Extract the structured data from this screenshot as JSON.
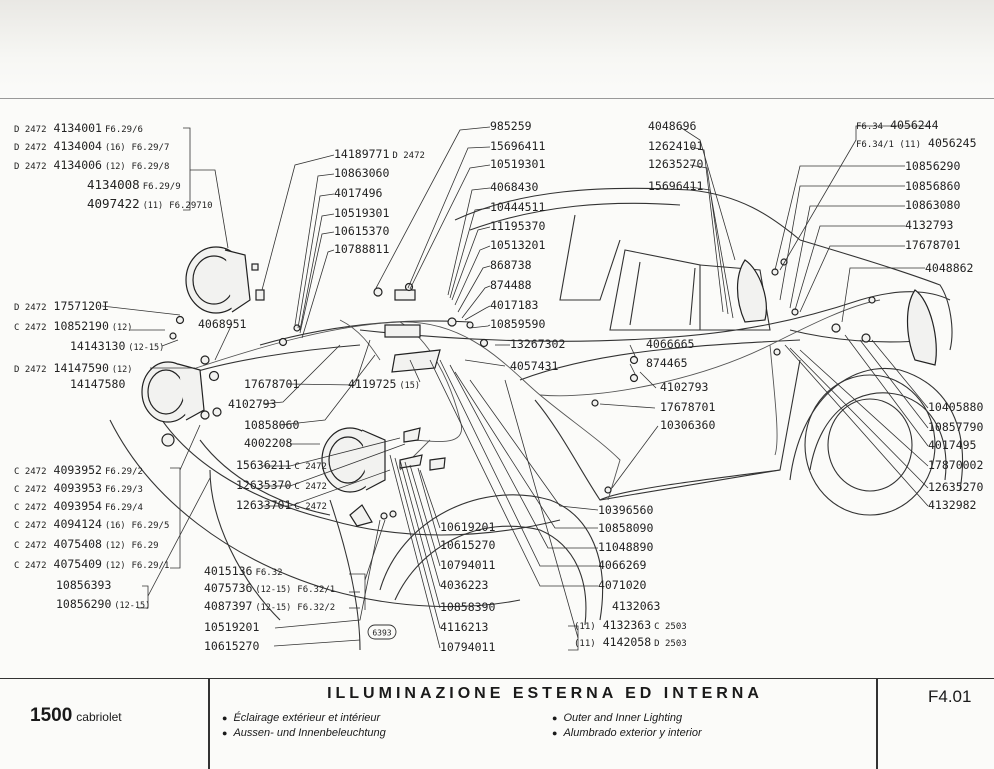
{
  "footer": {
    "model": "1500",
    "model_suffix": "cabriolet",
    "title": "ILLUMINAZIONE ESTERNA ED INTERNA",
    "fr": "Éclairage extérieur et intérieur",
    "de": "Aussen- und Innenbeleuchtung",
    "en": "Outer and Inner Lighting",
    "es": "Alumbrado exterior y interior",
    "code": "F4.01"
  },
  "stamp": "6393",
  "labels": [
    {
      "pre": "D 2472",
      "num": "4134001",
      "qty": "",
      "ref": "F6.29/6"
    },
    {
      "pre": "D 2472",
      "num": "4134004",
      "qty": "(16)",
      "ref": "F6.29/7"
    },
    {
      "pre": "D 2472",
      "num": "4134006",
      "qty": "(12)",
      "ref": "F6.29/8"
    },
    {
      "pre": "",
      "num": "4134008",
      "qty": "",
      "ref": "F6.29/9"
    },
    {
      "pre": "",
      "num": "4097422",
      "qty": "(11)",
      "ref": "F6.29710"
    },
    {
      "pre": "D 2472",
      "num": "1757120I",
      "qty": "",
      "ref": ""
    },
    {
      "pre": "C 2472",
      "num": "10852190",
      "qty": "(12)",
      "ref": ""
    },
    {
      "pre": "",
      "num": "14143130",
      "qty": "(12-15)",
      "ref": ""
    },
    {
      "pre": "D 2472",
      "num": "14147590",
      "qty": "(12)",
      "ref": ""
    },
    {
      "pre": "",
      "num": "14147580",
      "qty": "",
      "ref": ""
    },
    {
      "pre": "C 2472",
      "num": "4093952",
      "qty": "",
      "ref": "F6.29/2"
    },
    {
      "pre": "C 2472",
      "num": "4093953",
      "qty": "",
      "ref": "F6.29/3"
    },
    {
      "pre": "C 2472",
      "num": "4093954",
      "qty": "",
      "ref": "F6.29/4"
    },
    {
      "pre": "C 2472",
      "num": "4094124",
      "qty": "(16)",
      "ref": "F6.29/5"
    },
    {
      "pre": "C 2472",
      "num": "4075408",
      "qty": "(12)",
      "ref": "F6.29"
    },
    {
      "pre": "C 2472",
      "num": "4075409",
      "qty": "(12)",
      "ref": "F6.29/1"
    },
    {
      "pre": "",
      "num": "10856393",
      "qty": "",
      "ref": ""
    },
    {
      "pre": "",
      "num": "10856290",
      "qty": "(12-15)",
      "ref": ""
    },
    {
      "pre": "",
      "num": "4015136",
      "qty": "",
      "ref": "F6.32"
    },
    {
      "pre": "",
      "num": "4075736",
      "qty": "(12-15)",
      "ref": "F6.32/1"
    },
    {
      "pre": "",
      "num": "4087397",
      "qty": "(12-15)",
      "ref": "F6.32/2"
    },
    {
      "pre": "",
      "num": "10519201",
      "qty": "",
      "ref": ""
    },
    {
      "pre": "",
      "num": "10615270",
      "qty": "",
      "ref": ""
    },
    {
      "pre": "",
      "num": "14189771",
      "qty": "",
      "ref": "D 2472"
    },
    {
      "pre": "",
      "num": "10863060",
      "qty": "",
      "ref": ""
    },
    {
      "pre": "",
      "num": "4017496",
      "qty": "",
      "ref": ""
    },
    {
      "pre": "",
      "num": "10519301",
      "qty": "",
      "ref": ""
    },
    {
      "pre": "",
      "num": "10615370",
      "qty": "",
      "ref": ""
    },
    {
      "pre": "",
      "num": "10788811",
      "qty": "",
      "ref": ""
    },
    {
      "pre": "",
      "num": "4068951",
      "qty": "",
      "ref": ""
    },
    {
      "pre": "",
      "num": "17678701",
      "qty": "",
      "ref": ""
    },
    {
      "pre": "",
      "num": "4102793",
      "qty": "",
      "ref": ""
    },
    {
      "pre": "",
      "num": "10858060",
      "qty": "",
      "ref": ""
    },
    {
      "pre": "",
      "num": "4002208",
      "qty": "",
      "ref": ""
    },
    {
      "pre": "",
      "num": "15636211",
      "qty": "",
      "ref": "C 2472"
    },
    {
      "pre": "",
      "num": "12635370",
      "qty": "",
      "ref": "C 2472"
    },
    {
      "pre": "",
      "num": "12633701",
      "qty": "",
      "ref": "C 2472"
    },
    {
      "pre": "",
      "num": "985259",
      "qty": "",
      "ref": ""
    },
    {
      "pre": "",
      "num": "15696411",
      "qty": "",
      "ref": ""
    },
    {
      "pre": "",
      "num": "10519301",
      "qty": "",
      "ref": ""
    },
    {
      "pre": "",
      "num": "4068430",
      "qty": "",
      "ref": ""
    },
    {
      "pre": "",
      "num": "10444511",
      "qty": "",
      "ref": ""
    },
    {
      "pre": "",
      "num": "11195370",
      "qty": "",
      "ref": ""
    },
    {
      "pre": "",
      "num": "10513201",
      "qty": "",
      "ref": ""
    },
    {
      "pre": "",
      "num": "868738",
      "qty": "",
      "ref": ""
    },
    {
      "pre": "",
      "num": "874488",
      "qty": "",
      "ref": ""
    },
    {
      "pre": "",
      "num": "4017183",
      "qty": "",
      "ref": ""
    },
    {
      "pre": "",
      "num": "10859590",
      "qty": "",
      "ref": ""
    },
    {
      "pre": "",
      "num": "13267302",
      "qty": "",
      "ref": ""
    },
    {
      "pre": "",
      "num": "4057431",
      "qty": "",
      "ref": ""
    },
    {
      "pre": "",
      "num": "4119725",
      "qty": "(15)",
      "ref": ""
    },
    {
      "pre": "",
      "num": "4048696",
      "qty": "",
      "ref": ""
    },
    {
      "pre": "",
      "num": "12624101",
      "qty": "",
      "ref": ""
    },
    {
      "pre": "",
      "num": "12635270",
      "qty": "",
      "ref": ""
    },
    {
      "pre": "",
      "num": "15696411",
      "qty": "",
      "ref": ""
    },
    {
      "pre": "",
      "num": "4066665",
      "qty": "",
      "ref": ""
    },
    {
      "pre": "",
      "num": "874465",
      "qty": "",
      "ref": ""
    },
    {
      "pre": "",
      "num": "4102793",
      "qty": "",
      "ref": ""
    },
    {
      "pre": "",
      "num": "17678701",
      "qty": "",
      "ref": ""
    },
    {
      "pre": "",
      "num": "10306360",
      "qty": "",
      "ref": ""
    },
    {
      "pre": "F6.34",
      "num": "4056244",
      "qty": "",
      "ref": ""
    },
    {
      "pre": "F6.34/1 (11)",
      "num": "4056245",
      "qty": "",
      "ref": ""
    },
    {
      "pre": "",
      "num": "10856290",
      "qty": "",
      "ref": ""
    },
    {
      "pre": "",
      "num": "10856860",
      "qty": "",
      "ref": ""
    },
    {
      "pre": "",
      "num": "10863080",
      "qty": "",
      "ref": ""
    },
    {
      "pre": "",
      "num": "4132793",
      "qty": "",
      "ref": ""
    },
    {
      "pre": "",
      "num": "17678701",
      "qty": "",
      "ref": ""
    },
    {
      "pre": "",
      "num": "4048862",
      "qty": "",
      "ref": ""
    },
    {
      "pre": "",
      "num": "10405880",
      "qty": "",
      "ref": ""
    },
    {
      "pre": "",
      "num": "10857790",
      "qty": "",
      "ref": ""
    },
    {
      "pre": "",
      "num": "4017495",
      "qty": "",
      "ref": ""
    },
    {
      "pre": "",
      "num": "17870002",
      "qty": "",
      "ref": ""
    },
    {
      "pre": "",
      "num": "12635270",
      "qty": "",
      "ref": ""
    },
    {
      "pre": "",
      "num": "4132982",
      "qty": "",
      "ref": ""
    },
    {
      "pre": "",
      "num": "10396560",
      "qty": "",
      "ref": ""
    },
    {
      "pre": "",
      "num": "10858090",
      "qty": "",
      "ref": ""
    },
    {
      "pre": "",
      "num": "11048890",
      "qty": "",
      "ref": ""
    },
    {
      "pre": "",
      "num": "4066269",
      "qty": "",
      "ref": ""
    },
    {
      "pre": "",
      "num": "4071020",
      "qty": "",
      "ref": ""
    },
    {
      "pre": "",
      "num": "4132063",
      "qty": "",
      "ref": ""
    },
    {
      "pre": "(11)",
      "num": "4132363",
      "qty": "",
      "ref": "C 2503"
    },
    {
      "pre": "(11)",
      "num": "4142058",
      "qty": "",
      "ref": "D 2503"
    },
    {
      "pre": "",
      "num": "10619201",
      "qty": "",
      "ref": ""
    },
    {
      "pre": "",
      "num": "10615270",
      "qty": "",
      "ref": ""
    },
    {
      "pre": "",
      "num": "10794011",
      "qty": "",
      "ref": ""
    },
    {
      "pre": "",
      "num": "4036223",
      "qty": "",
      "ref": ""
    },
    {
      "pre": "",
      "num": "10858390",
      "qty": "",
      "ref": ""
    },
    {
      "pre": "",
      "num": "4116213",
      "qty": "",
      "ref": ""
    },
    {
      "pre": "",
      "num": "10794011",
      "qty": "",
      "ref": ""
    }
  ]
}
